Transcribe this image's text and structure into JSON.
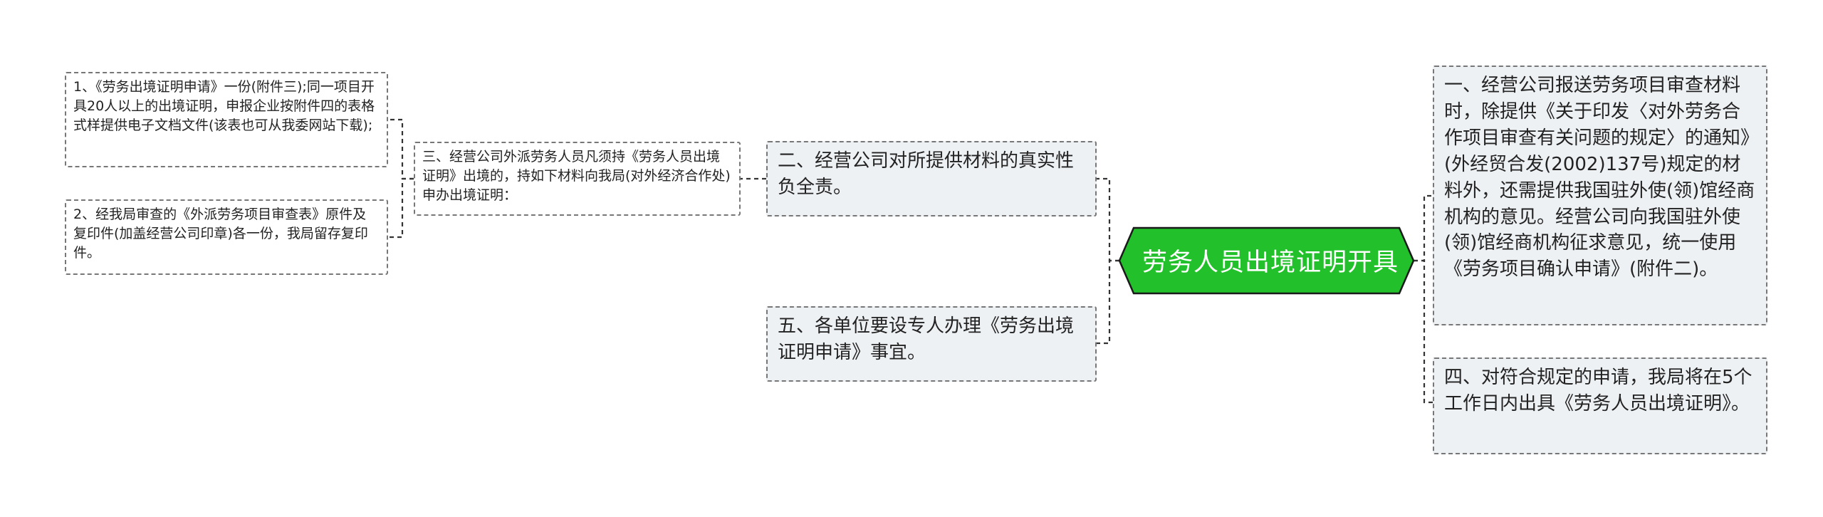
{
  "root": {
    "label": "劳务人员出境证明开具"
  },
  "right_branches": [
    {
      "id": "r1",
      "text": "一、经营公司报送劳务项目审查材料时，除提供《关于印发〈对外劳务合作项目审查有关问题的规定〉的通知》(外经贸合发(2002)137号)规定的材料外，还需提供我国驻外使(领)馆经商机构的意见。经营公司向我国驻外使(领)馆经商机构征求意见，统一使用《劳务项目确认申请》(附件二)。"
    },
    {
      "id": "r2",
      "text": "四、对符合规定的申请，我局将在5个工作日内出具《劳务人员出境证明》。"
    }
  ],
  "left_branches": [
    {
      "id": "l1",
      "text": "二、经营公司对所提供材料的真实性负全责。"
    },
    {
      "id": "l2",
      "text": "五、各单位要设专人办理《劳务出境证明申请》事宜。"
    }
  ],
  "sub_branch": {
    "id": "m1",
    "text": "三、经营公司外派劳务人员凡须持《劳务人员出境证明》出境的，持如下材料向我局(对外经济合作处)申办出境证明："
  },
  "leaves": [
    {
      "id": "f1",
      "text": "1、《劳务出境证明申请》一份(附件三);同一项目开具20人以上的出境证明，申报企业按附件四的表格式样提供电子文档文件(该表也可从我委网站下载);"
    },
    {
      "id": "f2",
      "text": "2、经我局审查的《外派劳务项目审查表》原件及复印件(加盖经营公司印章)各一份，我局留存复印件。"
    }
  ],
  "colors": {
    "root_fill": "#22c02a",
    "node_fill": "#eef1f4",
    "border": "#777777",
    "line": "#333333"
  }
}
